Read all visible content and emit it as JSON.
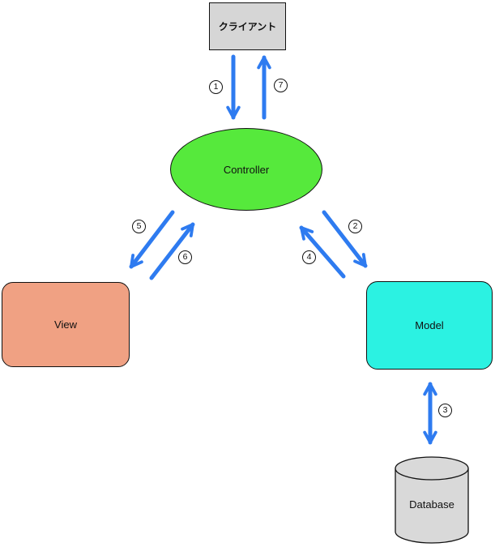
{
  "nodes": {
    "client": {
      "label": "クライアント",
      "fill": "#d6d6d6"
    },
    "controller": {
      "label": "Controller",
      "fill": "#56e93c"
    },
    "view": {
      "label": "View",
      "fill": "#f0a183"
    },
    "model": {
      "label": "Model",
      "fill": "#2bf2e2"
    },
    "database": {
      "label": "Database",
      "fill": "#d9d9d9"
    }
  },
  "arrows": {
    "color": "#2e7bf0",
    "steps": [
      {
        "id": "client-to-controller",
        "label": "1"
      },
      {
        "id": "controller-to-model",
        "label": "2"
      },
      {
        "id": "model-to-database",
        "label": "3"
      },
      {
        "id": "model-to-controller",
        "label": "4"
      },
      {
        "id": "controller-to-view",
        "label": "5"
      },
      {
        "id": "view-to-controller",
        "label": "6"
      },
      {
        "id": "controller-to-client",
        "label": "7"
      }
    ]
  }
}
